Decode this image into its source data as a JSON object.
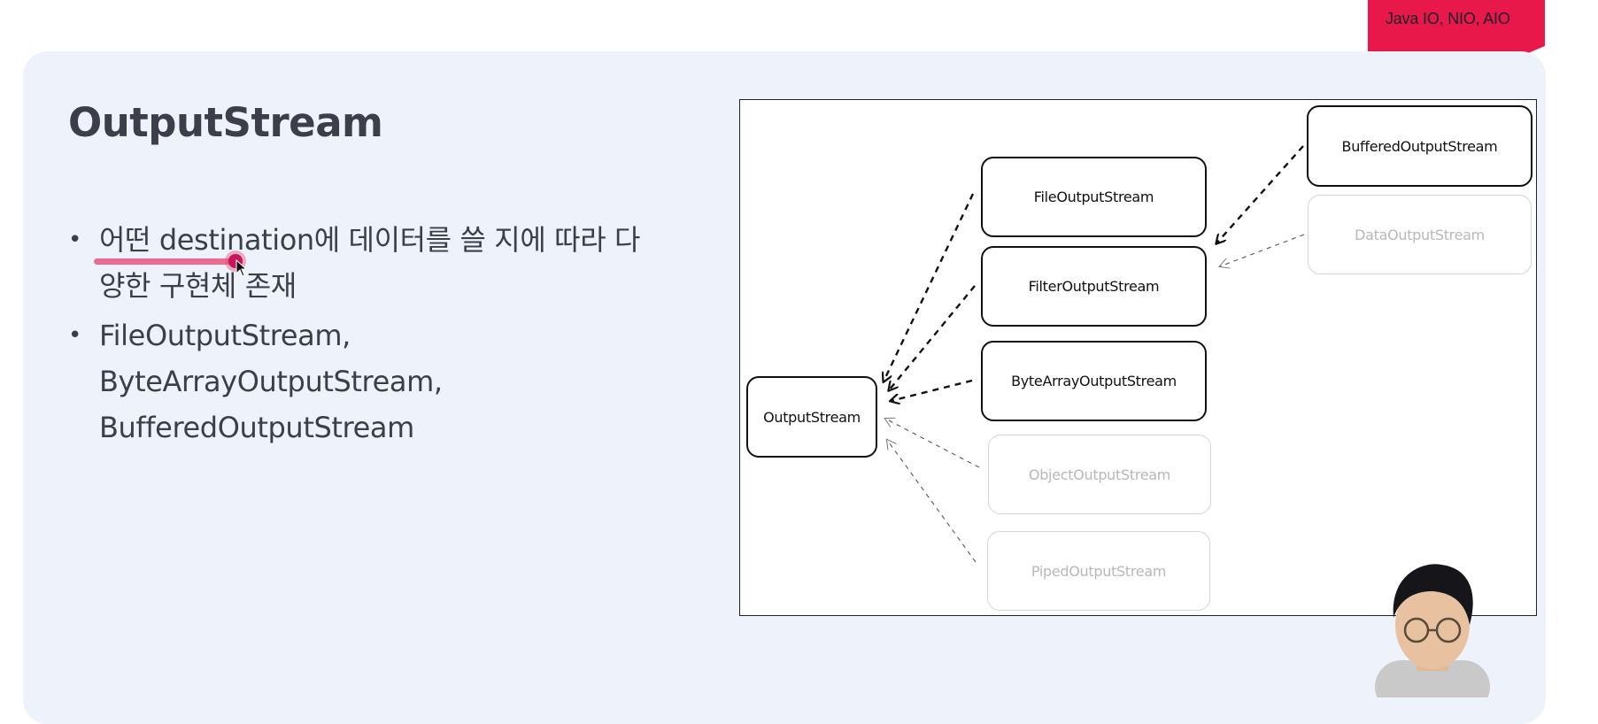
{
  "corner_label": "Java IO, NIO, AIO",
  "slide": {
    "title": "OutputStream",
    "bullets": [
      "어떤 destination에 데이터를 쓸 지에 따라 다\n양한 구현체 존재",
      "FileOutputStream,\nByteArrayOutputStream,\nBufferedOutputStream"
    ]
  },
  "diagram": {
    "nodes": {
      "output_stream": "OutputStream",
      "file_output_stream": "FileOutputStream",
      "filter_output_stream": "FilterOutputStream",
      "byte_array_output_stream": "ByteArrayOutputStream",
      "object_output_stream": "ObjectOutputStream",
      "piped_output_stream": "PipedOutputStream",
      "buffered_output_stream": "BufferedOutputStream",
      "data_output_stream": "DataOutputStream"
    },
    "edges": [
      {
        "from": "FileOutputStream",
        "to": "OutputStream",
        "style": "dashed-bold"
      },
      {
        "from": "FilterOutputStream",
        "to": "OutputStream",
        "style": "dashed-bold"
      },
      {
        "from": "ByteArrayOutputStream",
        "to": "OutputStream",
        "style": "dashed-bold"
      },
      {
        "from": "ObjectOutputStream",
        "to": "OutputStream",
        "style": "dashed-faded"
      },
      {
        "from": "PipedOutputStream",
        "to": "OutputStream",
        "style": "dashed-faded"
      },
      {
        "from": "BufferedOutputStream",
        "to": "FilterOutputStream",
        "style": "dashed-bold"
      },
      {
        "from": "DataOutputStream",
        "to": "FilterOutputStream",
        "style": "dashed-faded"
      }
    ]
  },
  "colors": {
    "accent": "#e8194a",
    "slide_bg": "#eef2fa",
    "text": "#3c3f4a",
    "highlight": "#e9557c"
  }
}
